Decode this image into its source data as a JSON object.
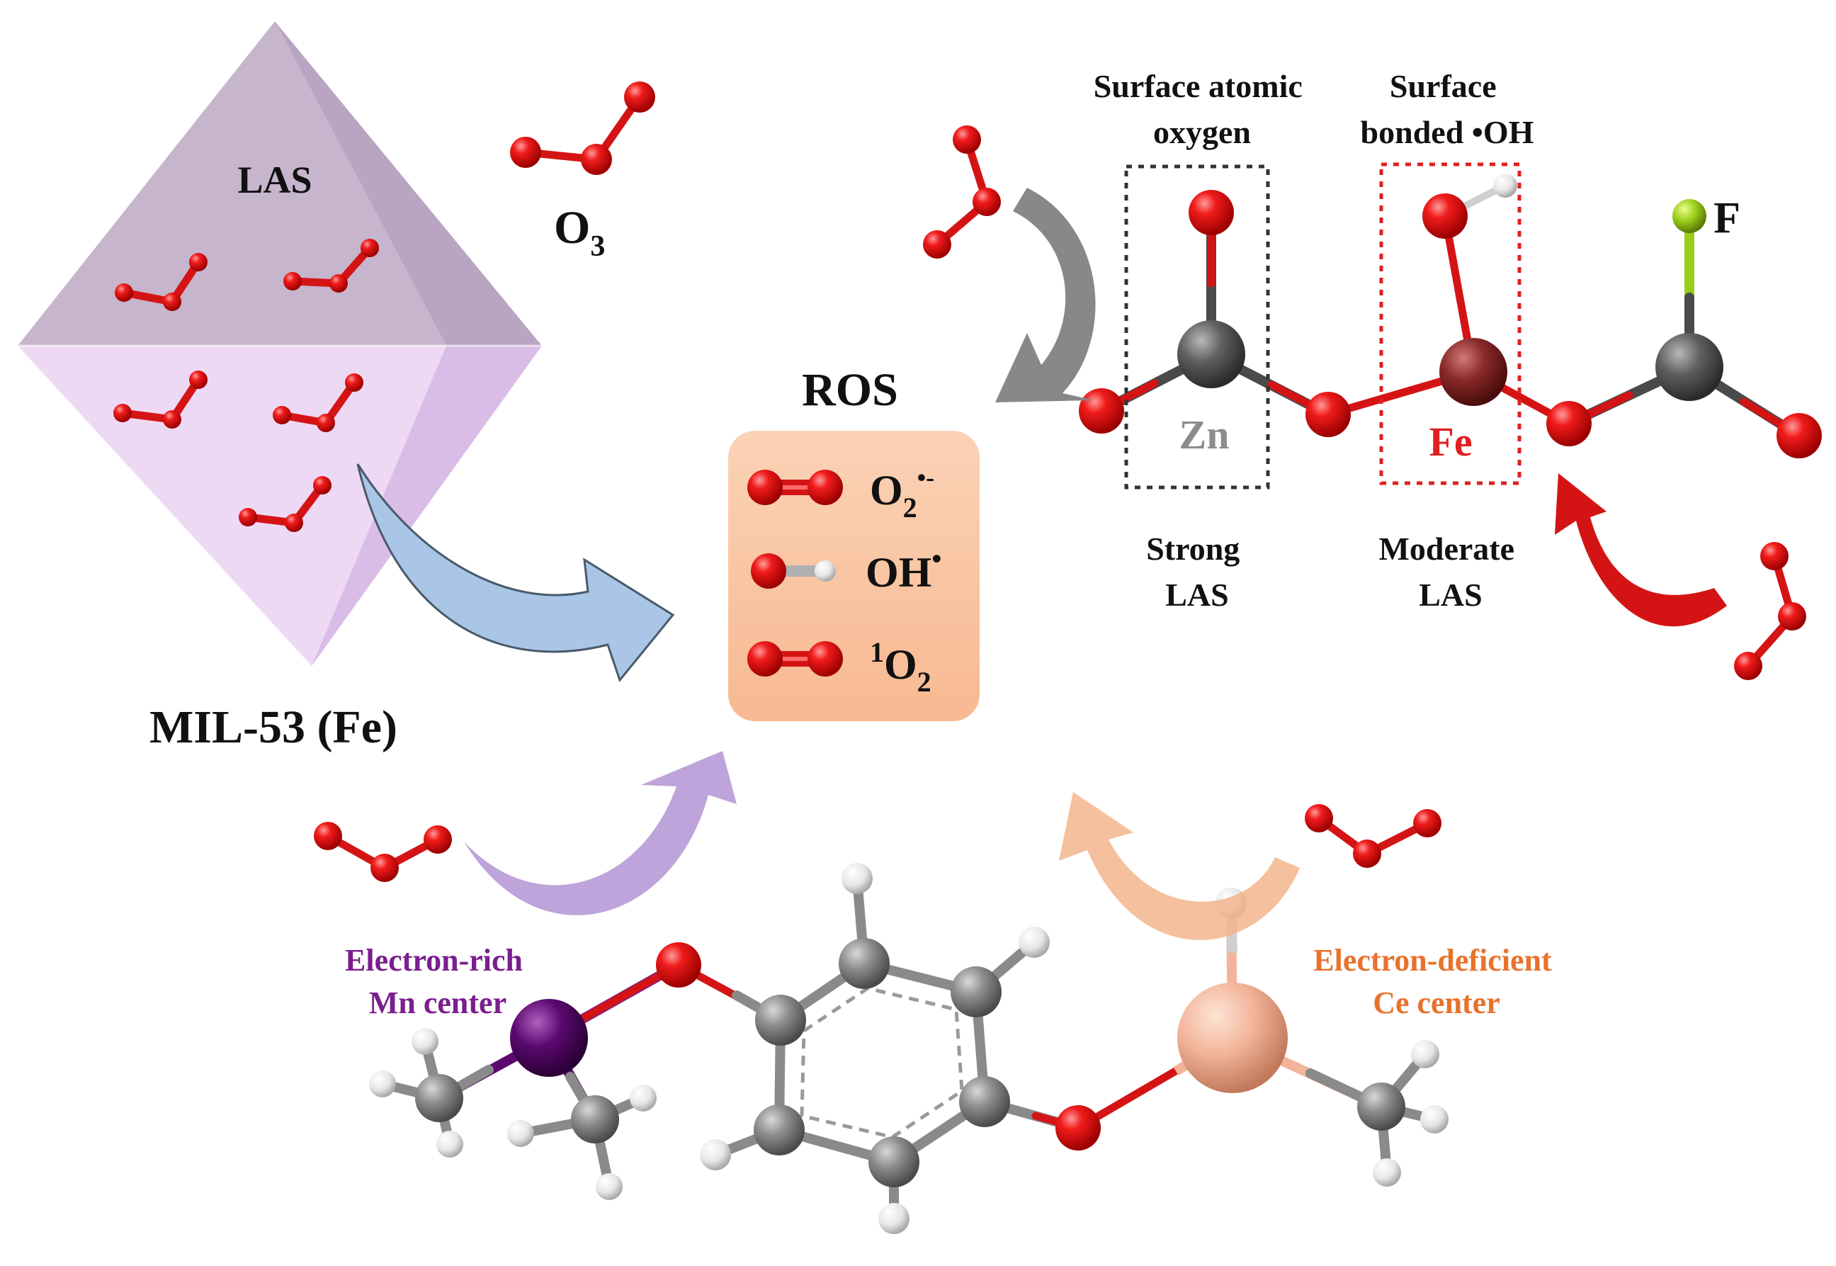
{
  "labels": {
    "las_crystal": "LAS",
    "o3_main": "O",
    "o3_main_sub": "3",
    "mof_name": "MIL-53 (Fe)",
    "ros_title": "ROS",
    "ros_superoxide": "O",
    "ros_superoxide_sub": "2",
    "ros_superoxide_sup": "•-",
    "ros_hydroxyl": "OH",
    "ros_hydroxyl_sup": "•",
    "ros_singlet_sup": "1",
    "ros_singlet": "O",
    "ros_singlet_sub": "2",
    "surface_atomic_oxygen_l1": "Surface atomic",
    "surface_atomic_oxygen_l2": "oxygen",
    "surface_bonded_oh_l1": "Surface",
    "surface_bonded_oh_l2": "bonded •OH",
    "zn": "Zn",
    "fe": "Fe",
    "f": "F",
    "strong_las_l1": "Strong",
    "strong_las_l2": "LAS",
    "moderate_las_l1": "Moderate",
    "moderate_las_l2": "LAS",
    "mn_center_l1": "Electron-rich",
    "mn_center_l2": "Mn center",
    "ce_center_l1": "Electron-deficient",
    "ce_center_l2": "Ce center"
  },
  "colors": {
    "oxygen": "#e01515",
    "hydrogen": "#f0f0f0",
    "carbon": "#8c8c8c",
    "zinc": "#5f5f5f",
    "iron": "#8b2a2a",
    "fluorine": "#9acd1a",
    "manganese": "#5a0a6e",
    "cerium": "#f2b49a",
    "crystal_top": "#c8b7cf",
    "crystal_bottom": "#ecd7f2",
    "ros_box": "#f9c6a3",
    "arrow_blue": "#a9c6e6",
    "arrow_grey": "#888888",
    "arrow_red": "#d41414",
    "arrow_purple": "#b79ad6",
    "arrow_orange": "#f3b58c",
    "mn_text": "#7b1e8e",
    "ce_text": "#e8722c",
    "zn_text": "#8c8c8c",
    "fe_text": "#e02020"
  }
}
